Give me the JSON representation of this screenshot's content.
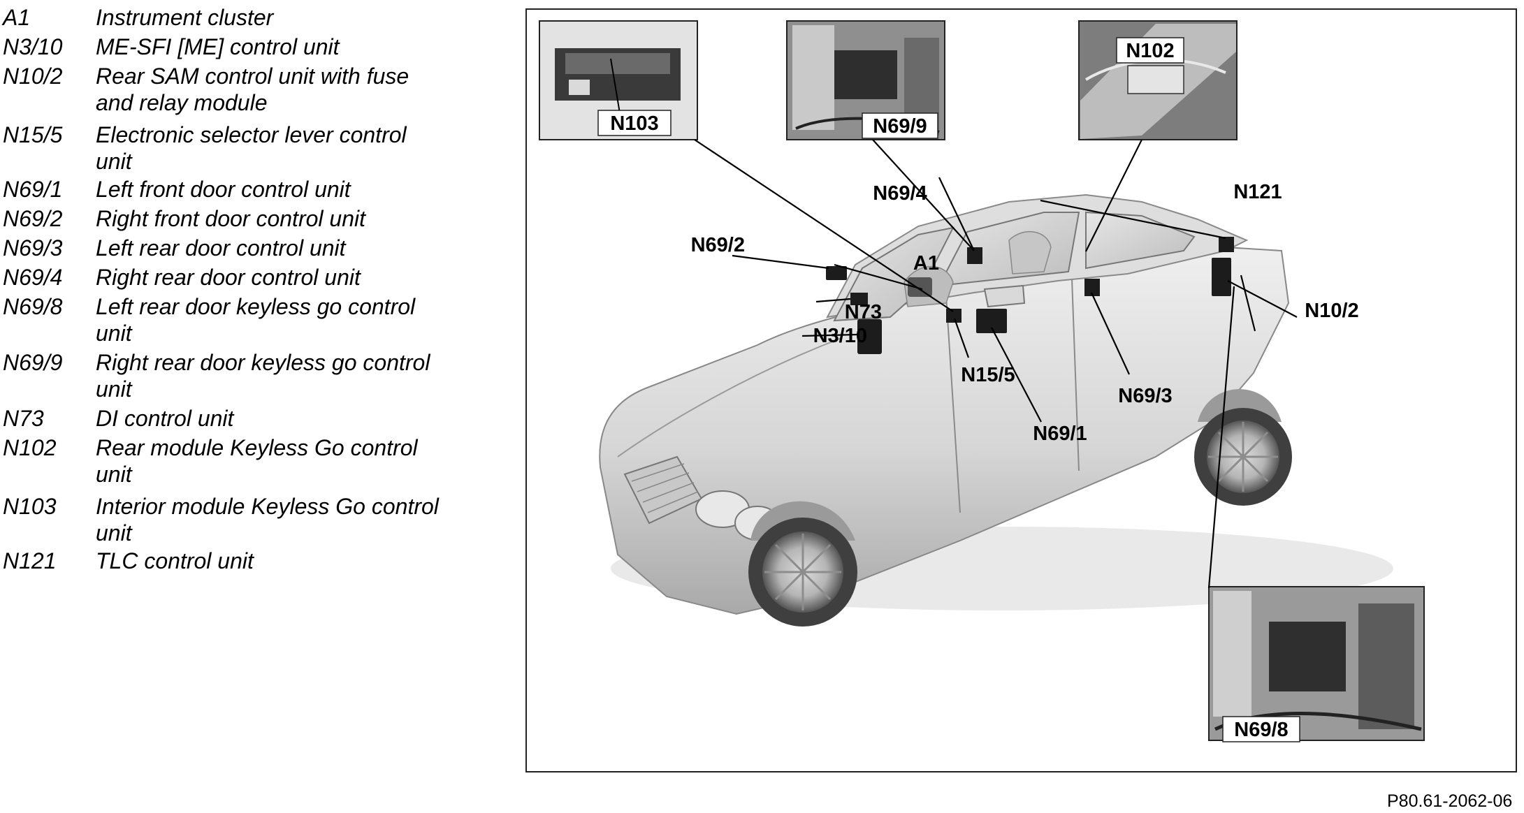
{
  "legend": [
    {
      "code": "A1",
      "desc": "Instrument cluster"
    },
    {
      "code": "N3/10",
      "desc": "ME-SFI [ME] control unit"
    },
    {
      "code": "N10/2",
      "desc": "Rear SAM control unit with fuse and relay module"
    },
    {
      "code": "N15/5",
      "desc": "Electronic selector lever control unit"
    },
    {
      "code": "N69/1",
      "desc": "Left front door control unit"
    },
    {
      "code": "N69/2",
      "desc": "Right front door control unit"
    },
    {
      "code": "N69/3",
      "desc": "Left rear door control unit"
    },
    {
      "code": "N69/4",
      "desc": "Right rear door control unit"
    },
    {
      "code": "N69/8",
      "desc": "Left rear door keyless go control unit"
    },
    {
      "code": "N69/9",
      "desc": "Right rear door keyless go control unit"
    },
    {
      "code": "N73",
      "desc": "DI control unit"
    },
    {
      "code": "N102",
      "desc": "Rear module Keyless Go control unit"
    },
    {
      "code": "N103",
      "desc": "Interior module Keyless Go control unit"
    },
    {
      "code": "N121",
      "desc": "TLC control unit"
    }
  ],
  "diagram": {
    "labels": {
      "n103": "N103",
      "n69_9": "N69/9",
      "n102": "N102",
      "n69_4": "N69/4",
      "n121": "N121",
      "n69_2": "N69/2",
      "a1": "A1",
      "n73": "N73",
      "n3_10": "N3/10",
      "n15_5": "N15/5",
      "n69_1": "N69/1",
      "n69_3": "N69/3",
      "n10_2": "N10/2",
      "n69_8": "N69/8"
    }
  },
  "figure_ref": "P80.61-2062-06"
}
